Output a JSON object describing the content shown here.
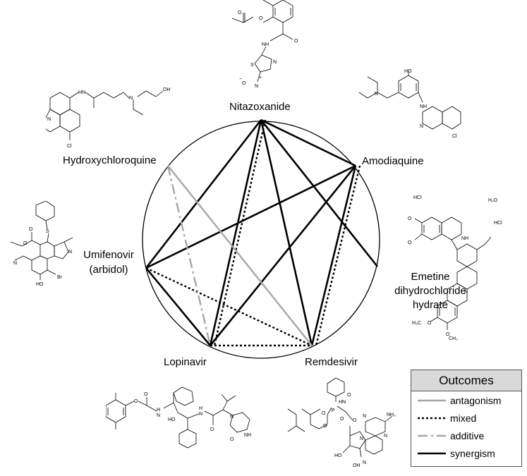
{
  "drugs": [
    {
      "id": "nitazoxanide",
      "label": "Nitazoxanide"
    },
    {
      "id": "amodiaquine",
      "label": "Amodiaquine"
    },
    {
      "id": "emetine",
      "label_lines": [
        "Emetine",
        "dihydrochloride",
        "hydrate"
      ]
    },
    {
      "id": "remdesivir",
      "label": "Remdesivir"
    },
    {
      "id": "lopinavir",
      "label": "Lopinavir"
    },
    {
      "id": "umifenovir",
      "label_lines": [
        "Umifenovir",
        "(arbidol)"
      ]
    },
    {
      "id": "hydroxychloroquine",
      "label": "Hydroxychloroquine"
    }
  ],
  "interactions": [
    {
      "from": "nitazoxanide",
      "to": "lopinavir",
      "outcome": "synergism"
    },
    {
      "from": "nitazoxanide",
      "to": "umifenovir",
      "outcome": "synergism"
    },
    {
      "from": "nitazoxanide",
      "to": "remdesivir",
      "outcome": "synergism"
    },
    {
      "from": "nitazoxanide",
      "to": "emetine",
      "outcome": "synergism"
    },
    {
      "from": "nitazoxanide",
      "to": "amodiaquine",
      "outcome": "synergism"
    },
    {
      "from": "amodiaquine",
      "to": "umifenovir",
      "outcome": "synergism"
    },
    {
      "from": "amodiaquine",
      "to": "lopinavir",
      "outcome": "synergism"
    },
    {
      "from": "amodiaquine",
      "to": "remdesivir",
      "outcome": "synergism"
    },
    {
      "from": "umifenovir",
      "to": "lopinavir",
      "outcome": "synergism"
    },
    {
      "from": "nitazoxanide",
      "to": "lopinavir",
      "outcome": "mixed",
      "offset": true
    },
    {
      "from": "umifenovir",
      "to": "remdesivir",
      "outcome": "mixed"
    },
    {
      "from": "lopinavir",
      "to": "remdesivir",
      "outcome": "mixed"
    },
    {
      "from": "amodiaquine",
      "to": "remdesivir",
      "outcome": "mixed",
      "offset": true
    },
    {
      "from": "hydroxychloroquine",
      "to": "remdesivir",
      "outcome": "antagonism"
    },
    {
      "from": "hydroxychloroquine",
      "to": "lopinavir",
      "outcome": "additive"
    }
  ],
  "legend": {
    "title": "Outcomes",
    "items": [
      {
        "key": "antagonism",
        "label": "antagonism"
      },
      {
        "key": "mixed",
        "label": "mixed"
      },
      {
        "key": "additive",
        "label": "additive"
      },
      {
        "key": "synergism",
        "label": "synergism"
      }
    ]
  },
  "styles": {
    "synergism": {
      "color": "#000000",
      "dash": "none"
    },
    "mixed": {
      "color": "#000000",
      "dash": "3 3"
    },
    "additive": {
      "color": "#a6a6a6",
      "dash": "14 5 3 5"
    },
    "antagonism": {
      "color": "#a6a6a6",
      "dash": "none"
    }
  },
  "structures": {
    "nitazoxanide": {
      "atoms": [
        "O",
        "O",
        "NH",
        "S",
        "N",
        "N",
        "O",
        "O"
      ],
      "charges": [
        "−",
        "+"
      ]
    },
    "amodiaquine": {
      "atoms": [
        "HO",
        "N",
        "NH",
        "N",
        "Cl"
      ]
    },
    "hydroxychloroquine": {
      "atoms": [
        "HN",
        "N",
        "OH",
        "N",
        "Cl"
      ]
    },
    "emetine": {
      "atoms": [
        "HCl",
        "HCl",
        "H₂O",
        "O",
        "O",
        "NH",
        "N",
        "H₃C",
        "O",
        "O",
        "CH₃"
      ]
    },
    "umifenovir": {
      "atoms": [
        "S",
        "O",
        "O",
        "N",
        "N",
        "HO",
        "Br"
      ]
    },
    "lopinavir": {
      "atoms": [
        "O",
        "O",
        "H",
        "N",
        "HO",
        "O",
        "H",
        "N",
        "N",
        "NH",
        "O"
      ]
    },
    "remdesivir": {
      "atoms": [
        "H",
        "N",
        "O",
        "O",
        "P",
        "O",
        "O",
        "O",
        "N",
        "N",
        "N",
        "NH₂",
        "HO",
        "OH",
        "N"
      ]
    }
  }
}
